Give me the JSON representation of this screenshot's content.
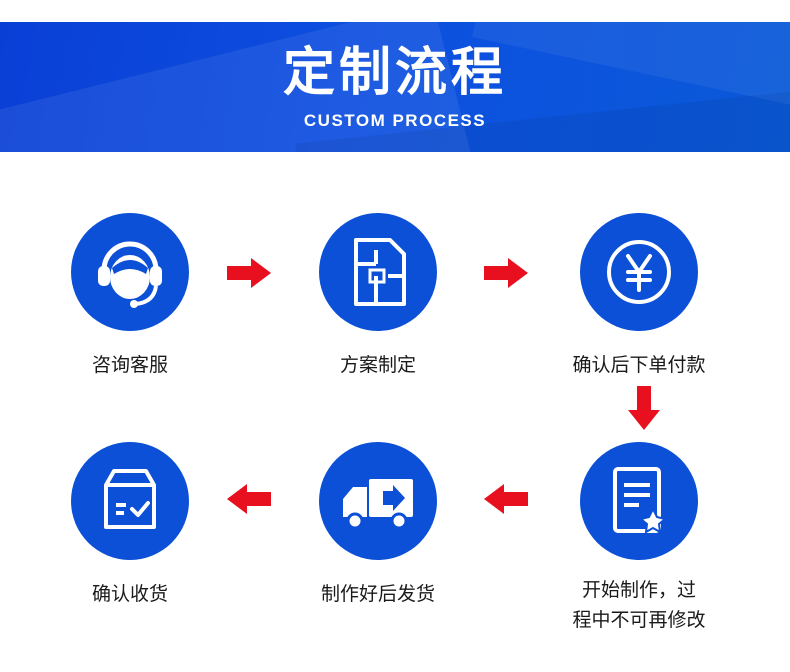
{
  "header": {
    "title": "定制流程",
    "subtitle": "CUSTOM PROCESS"
  },
  "steps": [
    {
      "label": "咨询客服",
      "icon": "headset-agent-icon"
    },
    {
      "label": "方案制定",
      "icon": "floor-plan-icon"
    },
    {
      "label": "确认后下单付款",
      "icon": "yen-icon"
    },
    {
      "label_line1": "开始制作，过",
      "label_line2": "程中不可再修改",
      "icon": "document-edit-icon"
    },
    {
      "label": "制作好后发货",
      "icon": "delivery-truck-icon"
    },
    {
      "label": "确认收货",
      "icon": "package-received-icon"
    }
  ],
  "colors": {
    "brand_blue": "#0b50d6",
    "arrow_red": "#e8101f",
    "banner_blue": "#0a45dc"
  }
}
